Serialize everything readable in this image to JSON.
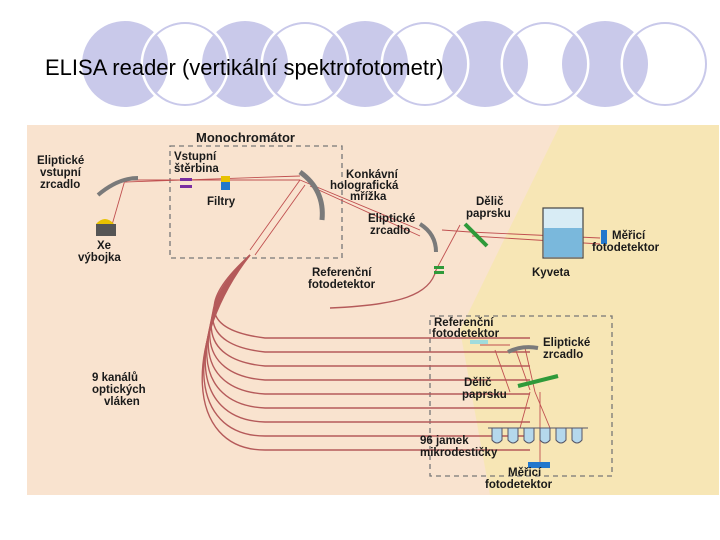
{
  "slide": {
    "title": "ELISA  reader (vertikální spektrofotometr)"
  },
  "diagram": {
    "labels": {
      "monochromator": "Monochromátor",
      "elipticke_vstupni_1": "Eliptické",
      "elipticke_vstupni_2": "vstupní",
      "elipticke_vstupni_3": "zrcadlo",
      "vstupni_sterbina_1": "Vstupní",
      "vstupni_sterbina_2": "štěrbina",
      "konkavni_1": "Konkávní",
      "konkavni_2": "holografická",
      "konkavni_3": "mřížka",
      "filtry": "Filtry",
      "xe_1": "Xe",
      "xe_2": "výbojka",
      "delic_top_1": "Dělič",
      "delic_top_2": "paprsku",
      "elipticke_top_1": "Eliptické",
      "elipticke_top_2": "zrcadlo",
      "merici_top_1": "Měřicí",
      "merici_top_2": "fotodetektor",
      "referencni_top_1": "Referenční",
      "referencni_top_2": "fotodetektor",
      "kyveta": "Kyveta",
      "kanalu_1": "9 kanálů",
      "kanalu_2": "optických",
      "kanalu_3": "vláken",
      "referencni_bottom_1": "Referenční",
      "referencni_bottom_2": "fotodetektor",
      "elipticke_bottom_1": "Eliptické",
      "elipticke_bottom_2": "zrcadlo",
      "delic_bottom_1": "Dělič",
      "delic_bottom_2": "paprsku",
      "jamek_1": "96 jamek",
      "jamek_2": "mikrodestičky",
      "merici_bottom_1": "Měřicí",
      "merici_bottom_2": "fotodetektor"
    },
    "colors": {
      "background": "#f9e3cf",
      "cone": "#f7e6b5",
      "mirror": "#7a7a7a",
      "splitter": "#2f9a3a",
      "detector": "#2277cc",
      "beam": "#c05050",
      "fiber": "#b55a5a",
      "dashed_box": "#777777"
    }
  }
}
